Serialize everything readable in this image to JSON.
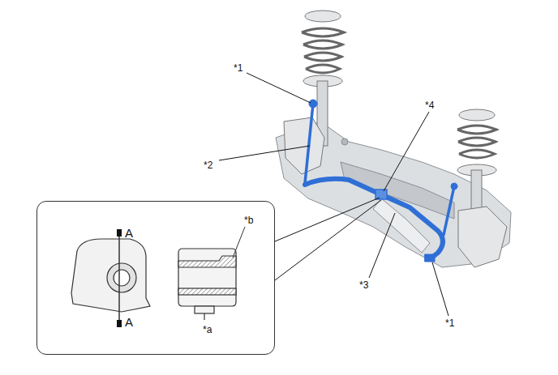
{
  "diagram": {
    "nodes": [
      {
        "text": [
          "*b",
          "A",
          "A",
          "*a"
        ]
      }
    ],
    "labels": [
      "*1",
      "*4",
      "*2",
      "*3",
      "*1"
    ]
  }
}
